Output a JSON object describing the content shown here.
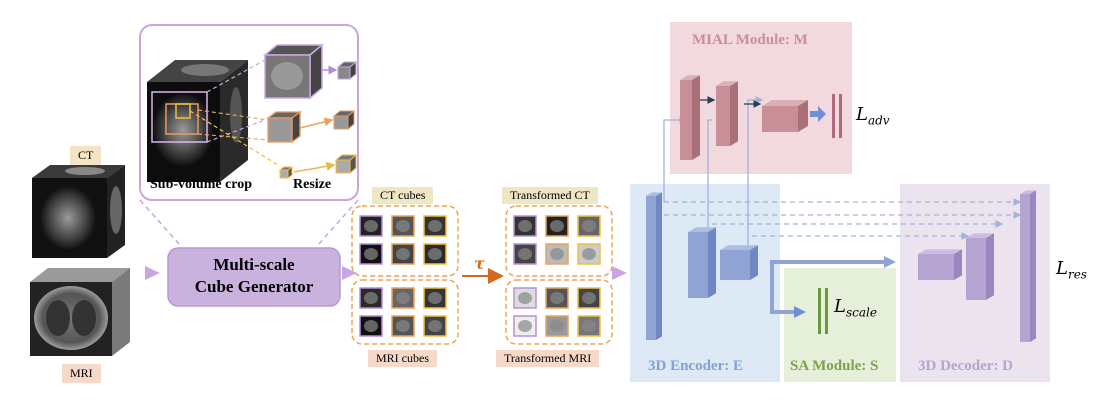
{
  "labels": {
    "ct": "CT",
    "mri": "MRI",
    "subvolume_crop": "Sub-volume crop",
    "resize": "Resize",
    "generator_line1": "Multi-scale",
    "generator_line2": "Cube Generator",
    "ct_cubes": "CT cubes",
    "mri_cubes": "MRI cubes",
    "tau": "τ",
    "transformed_ct": "Transformed CT",
    "transformed_mri": "Transformed  MRI",
    "mial_module": "MIAL Module: M",
    "encoder": "3D Encoder: E",
    "sa_module": "SA Module: S",
    "decoder": "3D Decoder: D",
    "l_adv_main": "L",
    "l_adv_sub": "adv",
    "l_scale_main": "L",
    "l_scale_sub": "scale",
    "l_res_main": "L",
    "l_res_sub": "res"
  },
  "colors": {
    "purple_frame": "#c9a6e0",
    "generator_fill": "#c9b3de",
    "ct_tag": "#f3e5c3",
    "mri_tag": "#f7d9c9",
    "mial_bg": "#f2d9de",
    "mial_block": "#c98f98",
    "encoder_bg": "#dde9f5",
    "encoder_block": "#8fa4d4",
    "sa_bg": "#e6efd9",
    "sa_bar": "#6b9a3c",
    "decoder_bg": "#ebe4ef",
    "decoder_block": "#b5a3d2",
    "tau_arrow": "#d2691e",
    "dashed_orange": "#e8a55a"
  }
}
